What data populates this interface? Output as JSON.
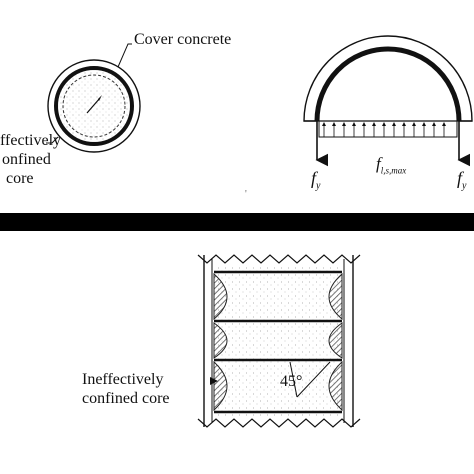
{
  "top_panel": {
    "circle_section": {
      "cover_concrete_label": "Cover concrete",
      "core_label_lines": [
        "ffectively",
        "onfined",
        "core"
      ]
    },
    "arch_section": {
      "fy_left": "f",
      "fy_left_sub": "y",
      "fl_label": "f",
      "fl_sub": "l,s,max",
      "fy_right": "f",
      "fy_right_sub": "y"
    },
    "stray_mark": "'"
  },
  "bottom_panel": {
    "core_label_lines": [
      "Ineffectively",
      "confined core"
    ],
    "angle_label": "45°"
  },
  "colors": {
    "background": "#000000",
    "panel": "#ffffff",
    "ink": "#111111",
    "hatch": "#555555",
    "speckle": "#9a9a9a"
  }
}
